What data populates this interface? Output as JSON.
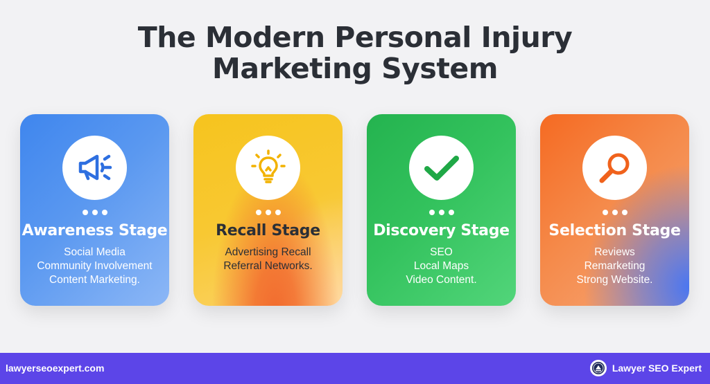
{
  "title": {
    "line1": "The Modern Personal Injury",
    "line2": "Marketing System"
  },
  "cards": [
    {
      "stage": "Awareness Stage",
      "icon": "megaphone-icon",
      "color": "#3f86ee",
      "lines": [
        "Social Media",
        "Community Involvement",
        "Content Marketing."
      ]
    },
    {
      "stage": "Recall Stage",
      "icon": "lightbulb-icon",
      "color": "#f6c41e",
      "lines": [
        "Advertising Recall",
        "Referral Networks."
      ]
    },
    {
      "stage": "Discovery Stage",
      "icon": "checkmark-icon",
      "color": "#24b34f",
      "lines": [
        "SEO",
        "Local Maps",
        "Video Content."
      ]
    },
    {
      "stage": "Selection Stage",
      "icon": "magnifier-icon",
      "color": "#f56a22",
      "lines": [
        "Reviews",
        "Remarketing",
        "Strong Website."
      ]
    }
  ],
  "footer": {
    "site": "lawyerseoexpert.com",
    "brand": "Lawyer SEO Expert",
    "background": "#5c45e8"
  }
}
